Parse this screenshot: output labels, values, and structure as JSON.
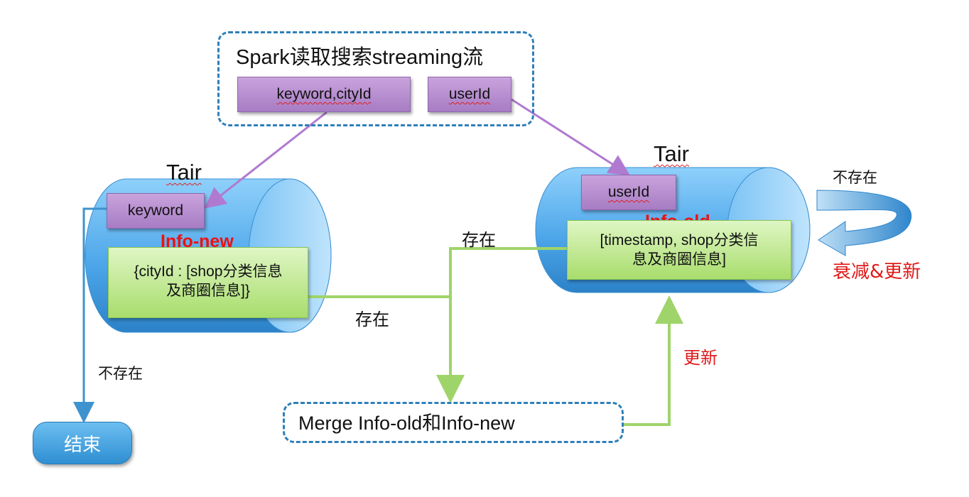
{
  "stream": {
    "title": "Spark读取搜索streaming流",
    "field_keyword_city": "keyword,cityId",
    "field_user": "userId"
  },
  "left_store": {
    "label": "Tair",
    "key": "keyword",
    "section_title": "Info-new",
    "value_line1": "{cityId : [shop分类信息",
    "value_line2": "及商圈信息]}"
  },
  "right_store": {
    "label": "Tair",
    "key": "userId",
    "section_title": "Info-old",
    "value_line1": "[timestamp, shop分类信",
    "value_line2": "息及商圈信息]"
  },
  "edges": {
    "left_not_exist": "不存在",
    "left_exist": "存在",
    "right_exist": "存在",
    "right_not_exist": "不存在",
    "decay_update": "衰减&更新",
    "update": "更新"
  },
  "merge_box": {
    "label": "Merge Info-old和Info-new"
  },
  "end_node": {
    "label": "结束"
  },
  "colors": {
    "dashed_border": "#2f7fb9",
    "cylinder": "#4aa3e6",
    "purple_connector": "#b07ad0",
    "green_connector": "#9fd46a",
    "blue_connector": "#3e93cf",
    "red_text": "#e11919"
  }
}
